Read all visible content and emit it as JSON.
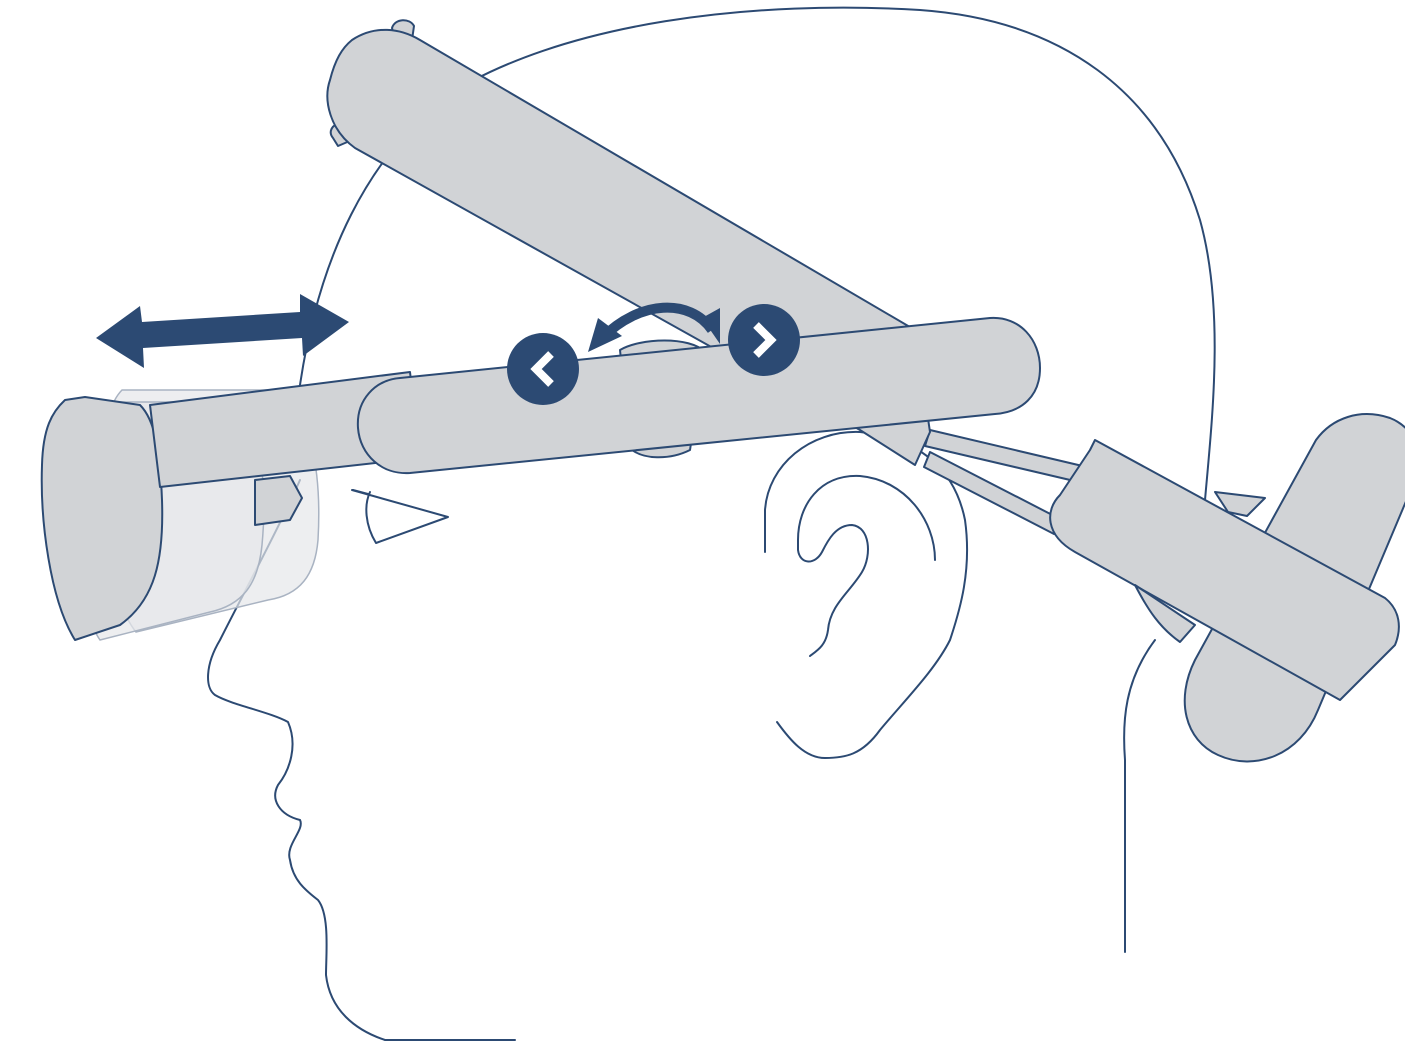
{
  "diagram": {
    "colors": {
      "outline": "#2c4a73",
      "band_fill": "#d1d3d6",
      "ghost_fill": "#e6e7e9",
      "ghost_stroke": "#a9b3c2",
      "accent": "#2c4a73",
      "arrow_glyph": "#ffffff",
      "background": "#ffffff"
    },
    "icons": {
      "visor_move": "double-headed-horizontal-arrow",
      "band_rotate": "curved-double-arrow",
      "rotate_back": "chevron-left",
      "rotate_forward": "chevron-right"
    }
  }
}
